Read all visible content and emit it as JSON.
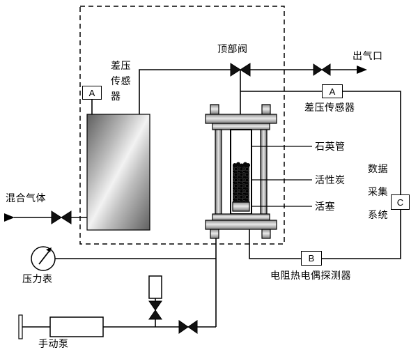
{
  "diagram": {
    "labels": {
      "top_valve": "顶部阀",
      "gas_outlet": "出气口",
      "mixed_gas": "混合气体",
      "pressure_gauge": "压力表",
      "manual_pump": "手动泵",
      "quartz_tube": "石英管",
      "activated_carbon": "活性炭",
      "piston": "活塞",
      "dp_sensor_left": "差压传感器",
      "dp_sensor_right": "差压传感器",
      "daq_system": "数据采集系统",
      "thermocouple_detector": "电阻热电偶探测器"
    },
    "tags": {
      "dp_sensor_left": "A",
      "dp_sensor_right": "A",
      "thermocouple_detector": "B",
      "daq_system": "C"
    },
    "colors": {
      "line": "#000000",
      "valve_fill": "#111111",
      "metal_highlight": "#f2f2f2",
      "metal_shadow": "#5e5e5e",
      "carbon_fill": "#060606",
      "background": "#ffffff"
    }
  }
}
